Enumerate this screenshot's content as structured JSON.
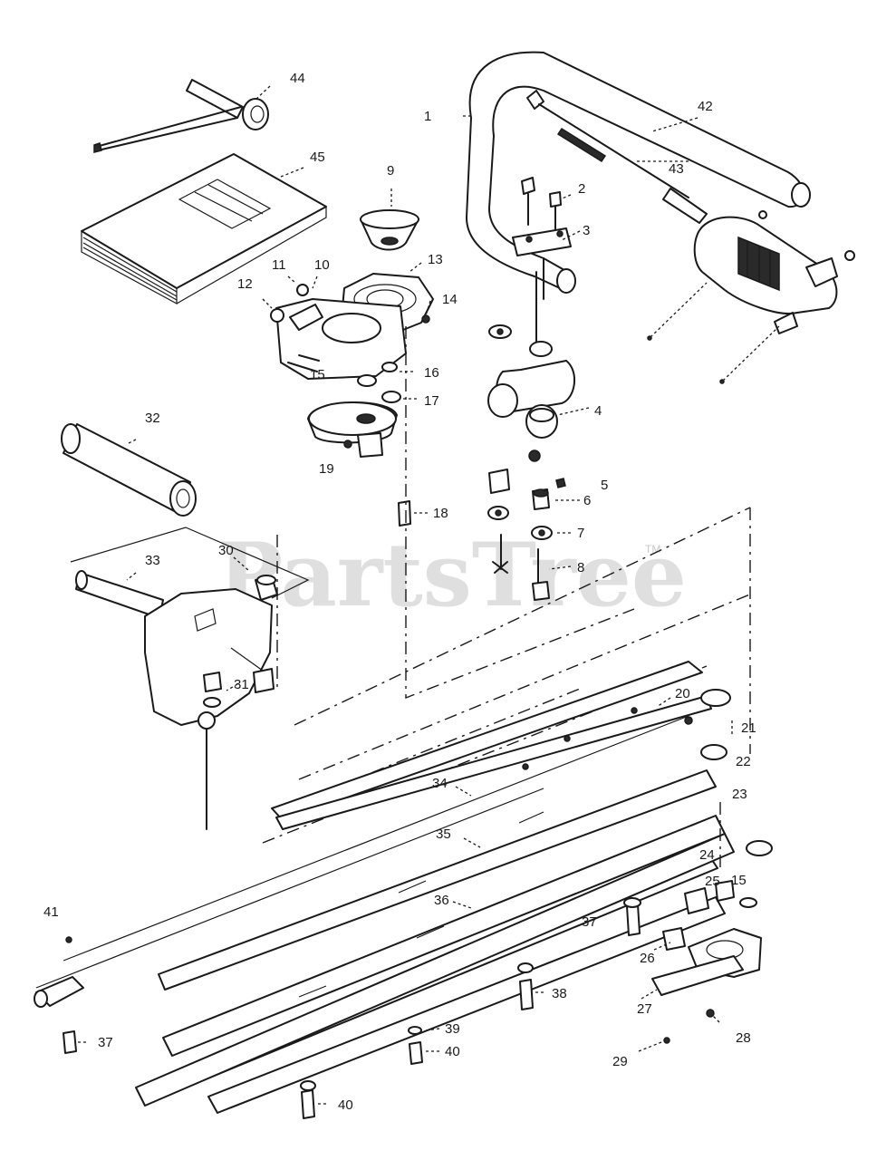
{
  "watermark": {
    "text": "PartsTree",
    "tm": "TM"
  },
  "callouts": {
    "c1": "1",
    "c2": "2",
    "c3": "3",
    "c4": "4",
    "c5": "5",
    "c6": "6",
    "c7": "7",
    "c8": "8",
    "c9": "9",
    "c10": "10",
    "c11": "11",
    "c12": "12",
    "c13": "13",
    "c14": "14",
    "c15a": "15",
    "c15b": "15",
    "c16": "16",
    "c17": "17",
    "c18": "18",
    "c19": "19",
    "c20": "20",
    "c21": "21",
    "c22": "22",
    "c23": "23",
    "c24": "24",
    "c25": "25",
    "c26": "26",
    "c27": "27",
    "c28": "28",
    "c29": "29",
    "c30": "30",
    "c31": "31",
    "c32": "32",
    "c33": "33",
    "c34": "34",
    "c35": "35",
    "c36": "36",
    "c37a": "37",
    "c37b": "37",
    "c38": "38",
    "c39": "39",
    "c40a": "40",
    "c40b": "40",
    "c41": "41",
    "c42": "42",
    "c43": "43",
    "c44": "44",
    "c45": "45"
  }
}
